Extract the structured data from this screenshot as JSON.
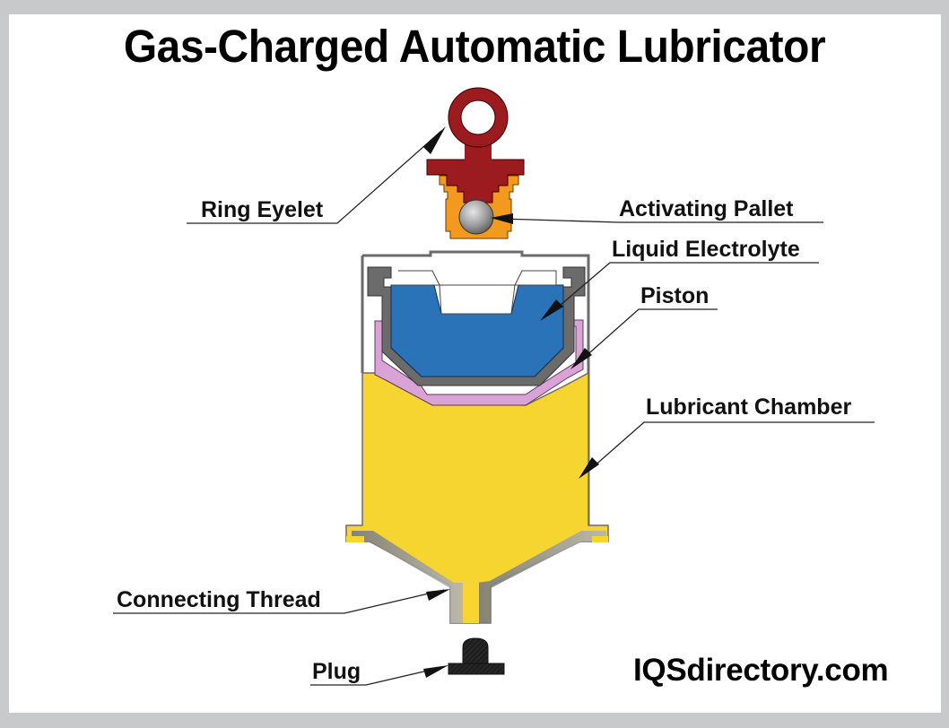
{
  "title": "Gas-Charged Automatic Lubricator",
  "brand": "IQSdirectory.com",
  "labels": {
    "ring_eyelet": "Ring Eyelet",
    "activating_pallet": "Activating Pallet",
    "liquid_electrolyte": "Liquid Electrolyte",
    "piston": "Piston",
    "lubricant_chamber": "Lubricant Chamber",
    "connecting_thread": "Connecting Thread",
    "plug": "Plug"
  },
  "colors": {
    "frame": "#c8c9cb",
    "ring_eyelet": "#9b1b1f",
    "activating_pallet_housing": "#f39a1e",
    "pallet_ball": "#9a9a9a",
    "liquid_electrolyte": "#2a73b8",
    "piston": "#d9a3d6",
    "lubricant": "#f7d531",
    "casing": "#6b6b6b",
    "plug": "#222222"
  }
}
